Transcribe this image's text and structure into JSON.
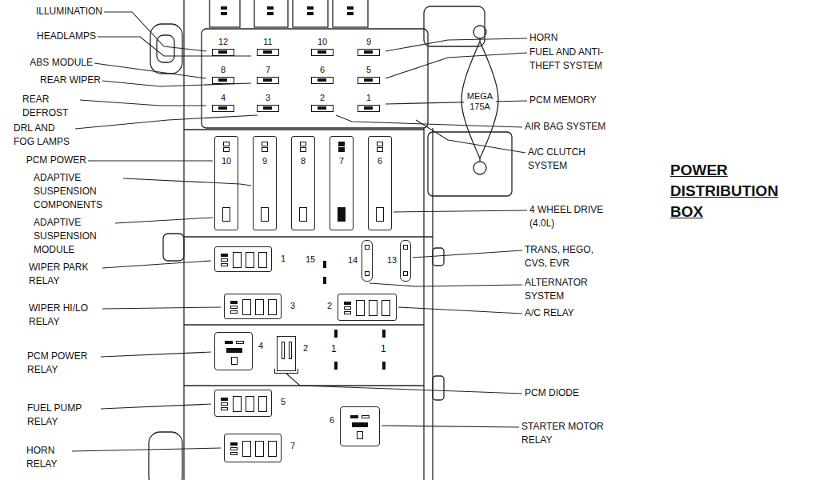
{
  "diagram": {
    "title": "POWER DISTRIBUTION BOX",
    "nodes": [
      {
        "text": [
          "12"
        ]
      },
      {
        "text": [
          "11"
        ]
      },
      {
        "text": [
          "10"
        ]
      },
      {
        "text": [
          "9"
        ]
      },
      {
        "text": [
          "8"
        ]
      },
      {
        "text": [
          "7"
        ]
      },
      {
        "text": [
          "6"
        ]
      },
      {
        "text": [
          "5"
        ]
      },
      {
        "text": [
          "4"
        ]
      },
      {
        "text": [
          "3"
        ]
      },
      {
        "text": [
          "2"
        ]
      },
      {
        "text": [
          "1"
        ]
      },
      {
        "text": [
          "MEGA 175A"
        ]
      },
      {
        "text": [
          "10"
        ]
      },
      {
        "text": [
          "9"
        ]
      },
      {
        "text": [
          "8"
        ]
      },
      {
        "text": [
          "7"
        ]
      },
      {
        "text": [
          "6"
        ]
      },
      {
        "text": [
          "1"
        ]
      },
      {
        "text": [
          "15"
        ]
      },
      {
        "text": [
          "14"
        ]
      },
      {
        "text": [
          "13"
        ]
      },
      {
        "text": [
          "3"
        ]
      },
      {
        "text": [
          "2"
        ]
      },
      {
        "text": [
          "4"
        ]
      },
      {
        "text": [
          "2"
        ]
      },
      {
        "text": [
          "5"
        ]
      },
      {
        "text": [
          "6"
        ]
      },
      {
        "text": [
          "7"
        ]
      }
    ],
    "labels": [
      "ILLUMINATION",
      "HEADLAMPS",
      "ABS MODULE",
      "REAR WIPER",
      "REAR DEFROST",
      "DRL AND FOG LAMPS",
      "PCM POWER",
      "ADAPTIVE SUSPENSION COMPONENTS",
      "ADAPTIVE SUSPENSION MODULE",
      "WIPER PARK RELAY",
      "WIPER HI/LO RELAY",
      "PCM POWER RELAY",
      "FUEL PUMP RELAY",
      "HORN RELAY",
      "HORN",
      "FUEL AND ANTI- THEFT SYSTEM",
      "PCM MEMORY",
      "AIR BAG SYSTEM",
      "A/C CLUTCH SYSTEM",
      "4 WHEEL DRIVE (4.0L)",
      "TRANS, HEGO, CVS, EVR",
      "ALTERNATOR SYSTEM",
      "A/C RELAY",
      "PCM DIODE",
      "STARTER MOTOR RELAY",
      "1",
      "1"
    ]
  }
}
